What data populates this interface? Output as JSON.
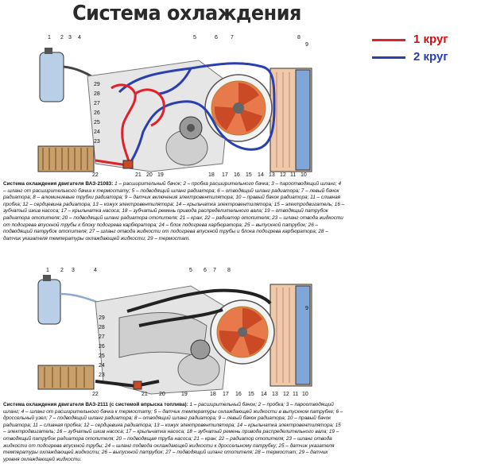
{
  "page_title": "Система охлаждения",
  "legend": [
    {
      "label": "1 круг",
      "color": "#e0202a"
    },
    {
      "label": "2 круг",
      "color": "#2a3fb0"
    }
  ],
  "figure1": {
    "caption_title": "Система охлаждения двигателя ВАЗ-21083:",
    "caption_body": "1 – расширительный бачок; 2 – пробка расширительного бачка; 3 – пароотводящий шланг; 4 – шланг от расширительного бачка к термостату; 5 – подводящий шланг радиатора; 6 – отводящий шланг радиатора; 7 – левый бачок радиатора; 8 – алюминиевые трубки радиатора; 9 – датчик включения электровентилятора; 10 – правый бачок радиатора; 11 – сливная пробка; 12 – сердцевина радиатора; 13 – кожух электровентилятора; 14 – крыльчатка электровентилятора; 15 – электродвигатель; 16 – зубчатый шкив насоса; 17 – крыльчатка насоса; 18 – зубчатый ремень привода распределительного вала; 19 – отводящий патрубок радиатора отопителя; 20 – подводящий шланг радиатора отопителя; 21 – кран; 22 – радиатор отопителя; 23 – шланг отвода жидкости от подогрева впускной трубы к блоку подогрева карбюратора; 24 – блок подогрева карбюратора; 25 – выпускной патрубок; 26 – подводящий патрубок отопителя; 27 – шланг отвода жидкости от подогрева впускной трубы и блока подогрева карбюратора; 28 – датчик указателя температуры охлаждающей жидкости; 29 – термостат.",
    "labels_top": [
      "1",
      "2",
      "3",
      "4",
      "5",
      "6",
      "7",
      "8",
      "9"
    ],
    "labels_left": [
      "29",
      "28",
      "27",
      "26",
      "25",
      "24",
      "23"
    ],
    "labels_bottom": [
      "22",
      "21",
      "20",
      "19",
      "18",
      "17",
      "16",
      "15",
      "14",
      "13",
      "12",
      "11",
      "10"
    ]
  },
  "figure2": {
    "caption_title": "Система охлаждения двигателя ВАЗ-2111 (с системой впрыска топлива):",
    "caption_body": "1 – расширительный бачок; 2 – пробка; 3 – пароотводящий шланг; 4 – шланг от расширительного бачка к термостату; 5 – датчик температуры охлаждающей жидкости в выпускном патрубке; 6 – дроссельный узел; 7 – подводящий шланг радиатора; 8 – отводящий шланг радиатора; 9 – левый бачок радиатора; 10 – правый бачок радиатора; 11 – сливная пробка; 12 – сердцевина радиатора; 13 – кожух электровентилятора; 14 – крыльчатка электровентилятора; 15 – электродвигатель; 16 – зубчатый шкив насоса; 17 – крыльчатка насоса; 18 – зубчатый ремень привода распределительного вала; 19 – отводящий патрубок радиатора отопителя; 20 – подводящая труба насоса; 21 – кран; 22 – радиатор отопителя; 23 – шланг отвода жидкости от подогрева впускной трубы; 24 – шланг подвода охлаждающей жидкости к дроссельному патрубку; 25 – датчик указателя температуры охлаждающей жидкости; 26 – выпускной патрубок; 27 – подводящий шланг отопителя; 28 – термостат; 29 – датчик уровня охлаждающей жидкости.",
    "labels_top": [
      "1",
      "2",
      "3",
      "4",
      "5",
      "6",
      "7",
      "8",
      "9"
    ],
    "labels_left": [
      "29",
      "28",
      "27",
      "26",
      "25",
      "24",
      "23"
    ],
    "labels_bottom": [
      "22",
      "21",
      "20",
      "19",
      "18",
      "17",
      "16",
      "15",
      "14",
      "13",
      "12",
      "11",
      "10"
    ]
  }
}
